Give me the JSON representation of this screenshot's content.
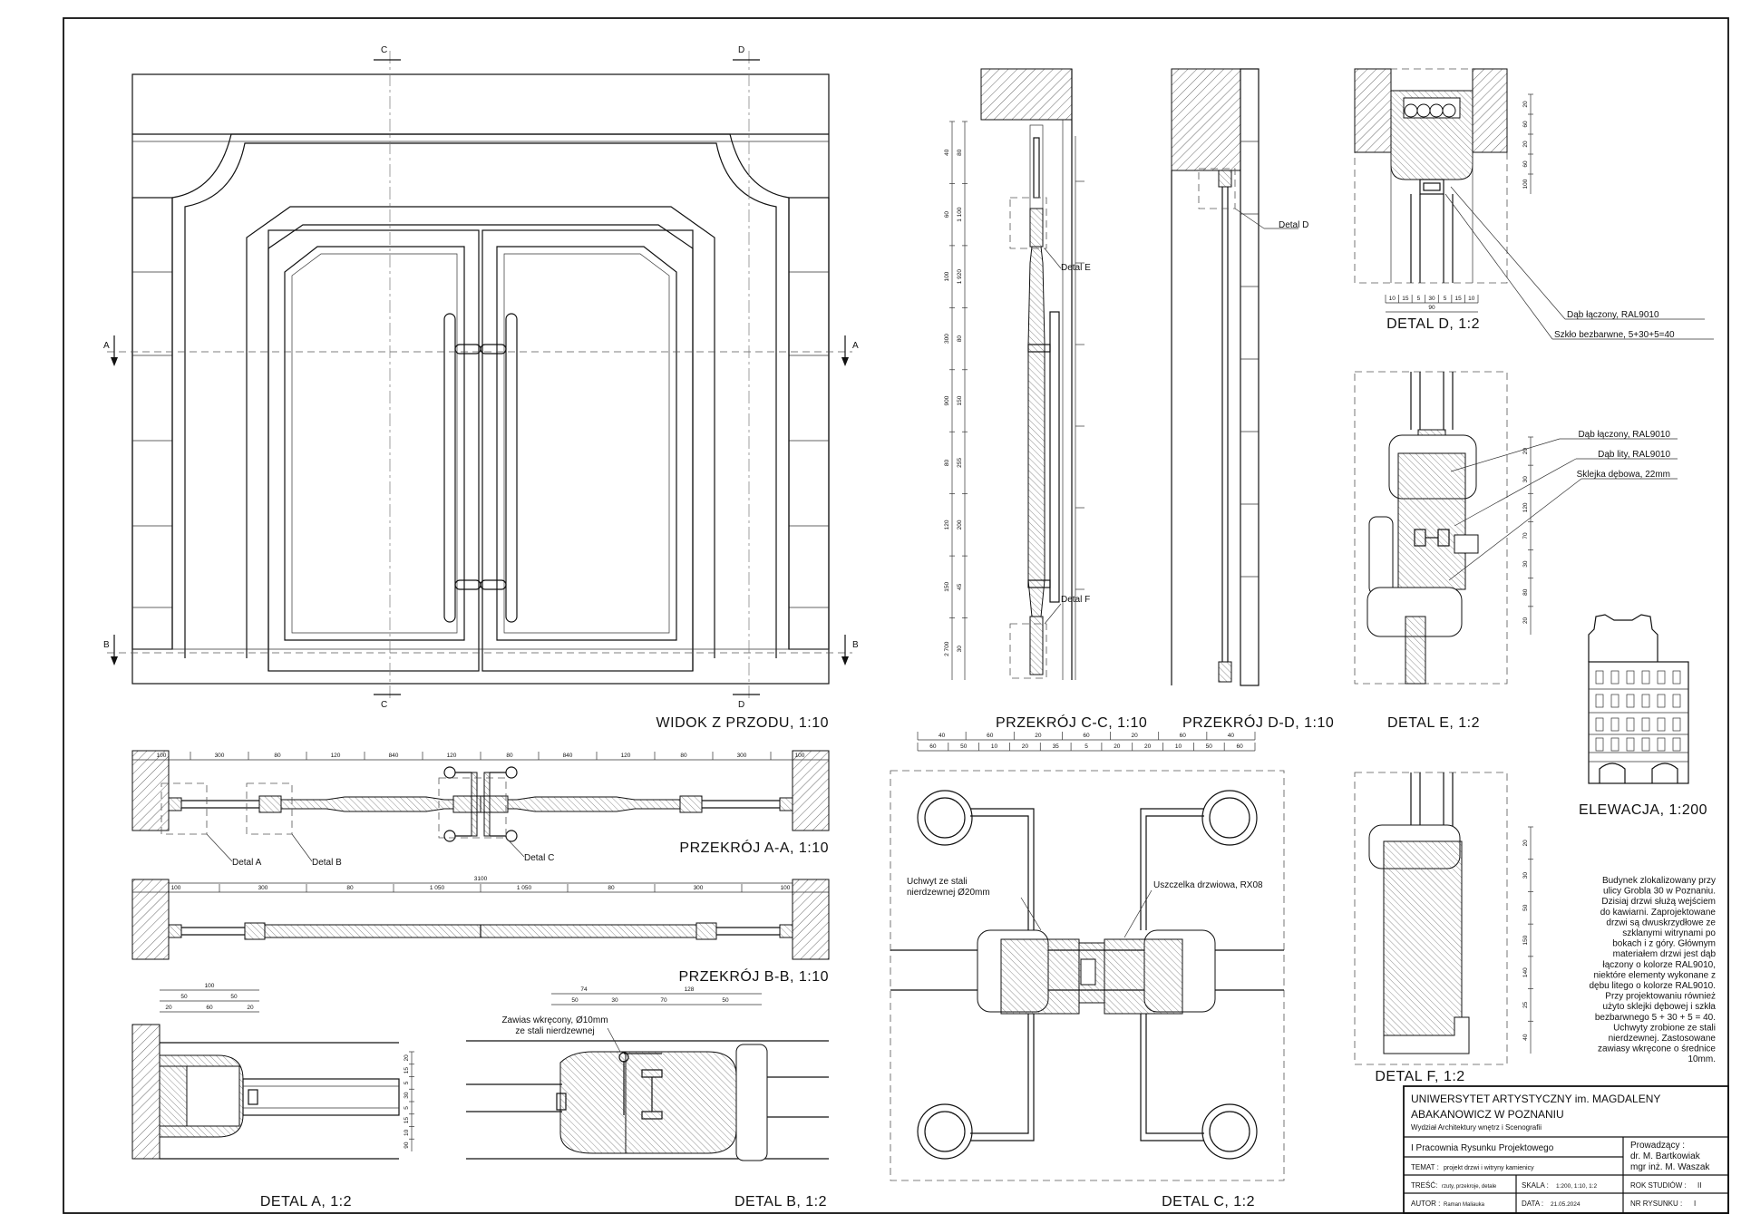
{
  "views": {
    "front": "WIDOK Z PRZODU, 1:10",
    "section_aa": "PRZEKRÓJ A-A, 1:10",
    "section_bb": "PRZEKRÓJ B-B, 1:10",
    "section_cc": "PRZEKRÓJ C-C, 1:10",
    "section_dd": "PRZEKRÓJ D-D, 1:10",
    "detail_a": "DETAL A, 1:2",
    "detail_b": "DETAL B, 1:2",
    "detail_c": "DETAL C, 1:2",
    "detail_d": "DETAL D, 1:2",
    "detail_e": "DETAL E, 1:2",
    "detail_f": "DETAL F, 1:2",
    "elevation": "ELEWACJA, 1:200"
  },
  "section_markers": {
    "a": "A",
    "b": "B",
    "c": "C",
    "d": "D"
  },
  "detail_callouts": {
    "a": "Detal A",
    "b": "Detal B",
    "c": "Detal C",
    "d": "Detal D",
    "e": "Detal E",
    "f": "Detal F"
  },
  "dimensions": {
    "aa": [
      "100",
      "300",
      "80",
      "120",
      "840",
      "120",
      "80",
      "840",
      "120",
      "80",
      "300",
      "100"
    ],
    "bb_total": "3100",
    "bb": [
      "100",
      "300",
      "80",
      "1 050",
      "1 050",
      "80",
      "300",
      "100"
    ],
    "detail_a_top": "100",
    "detail_a_mid": [
      "50",
      "50"
    ],
    "detail_a_low": [
      "20",
      "60",
      "20"
    ],
    "detail_a_side": [
      "20",
      "15",
      "5",
      "30",
      "5",
      "15",
      "10",
      "90"
    ],
    "detail_b_top": [
      "74",
      "128"
    ],
    "detail_b_low": [
      "50",
      "30",
      "70",
      "50"
    ],
    "detail_c_top": [
      "40",
      "60",
      "20",
      "60",
      "20",
      "60",
      "40"
    ],
    "detail_c_low": [
      "60",
      "50",
      "10",
      "20",
      "35",
      "5",
      "20",
      "20",
      "10",
      "50",
      "60"
    ],
    "detail_d_bottom": [
      "10",
      "15",
      "5",
      "30",
      "5",
      "15",
      "10"
    ],
    "detail_d_total": "90",
    "detail_d_side": [
      "20",
      "60",
      "20",
      "60",
      "100"
    ],
    "detail_e_side": [
      "20",
      "30",
      "120",
      "70",
      "30",
      "80",
      "20"
    ],
    "detail_f_side": [
      "20",
      "30",
      "50",
      "150",
      "140",
      "25",
      "40"
    ],
    "cc_side": [
      "40",
      "60",
      "100",
      "300",
      "900",
      "80",
      "120",
      "150",
      "2 700",
      "80",
      "1 100",
      "1 920",
      "80",
      "150",
      "255",
      "200",
      "45",
      "30"
    ]
  },
  "labels": {
    "dab_laczony": "Dąb łączony, RAL9010",
    "szklo": "Szkło bezbarwne, 5+30+5=40",
    "dab_laczony_e": "Dąb łączony, RAL9010",
    "dab_lity": "Dąb lity, RAL9010",
    "sklejka": "Sklejka dębowa, 22mm",
    "uchwyt_1": "Uchwyt ze stali",
    "uchwyt_2": "nierdzewnej Ø20mm",
    "uszczelka": "Uszczelka drzwiowa, RX08",
    "zawias_1": "Zawias wkręcony, Ø10mm",
    "zawias_2": "ze stali nierdzewnej"
  },
  "description": [
    "Budynek zlokalizowany przy",
    "ulicy Grobla 30 w Poznaniu.",
    "Dzisiaj drzwi służą wejściem",
    "do kawiarni. Zaprojektowane",
    "drzwi są dwuskrzydłowe ze",
    "szklanymi witrynami po",
    "bokach i z góry. Głównym",
    "materiałem drzwi jest dąb",
    "łączony o kolorze RAL9010,",
    "niektóre elementy wykonane z",
    "dębu litego o kolorze RAL9010.",
    "Przy projektowaniu również",
    "użyto sklejki dębowej i szkła",
    "bezbarwnego 5 + 30 + 5 = 40.",
    "Uchwyty zrobione ze stali",
    "nierdzewnej. Zastosowane",
    "zawiasy wkręcone o średnice",
    "10mm."
  ],
  "title_block": {
    "university_1": "UNIWERSYTET ARTYSTYCZNY im. MAGDALENY",
    "university_2": "ABAKANOWICZ  W POZNANIU",
    "faculty": "Wydział Architektury wnętrz i Scenografii",
    "course": "I Pracownia Rysunku Projektowego",
    "tutors_label": "Prowadzący :",
    "tutor_1": "dr. M. Bartkowiak",
    "tutor_2": "mgr inż. M. Waszak",
    "topic_label": "TEMAT :",
    "topic": "projekt drzwi i witryny kamienicy",
    "content_label": "TREŚĆ:",
    "content": "rzuty, przekroje, detale",
    "scale_label": "SKALA :",
    "scale": "1:200, 1:10, 1:2",
    "year_label": "ROK STUDIÓW :",
    "year": "II",
    "author_label": "AUTOR :",
    "author": "Raman Maliauka",
    "date_label": "DATA :",
    "date": "21.05.2024",
    "sheet_label": "NR RYSUNKU :",
    "sheet": "I"
  }
}
